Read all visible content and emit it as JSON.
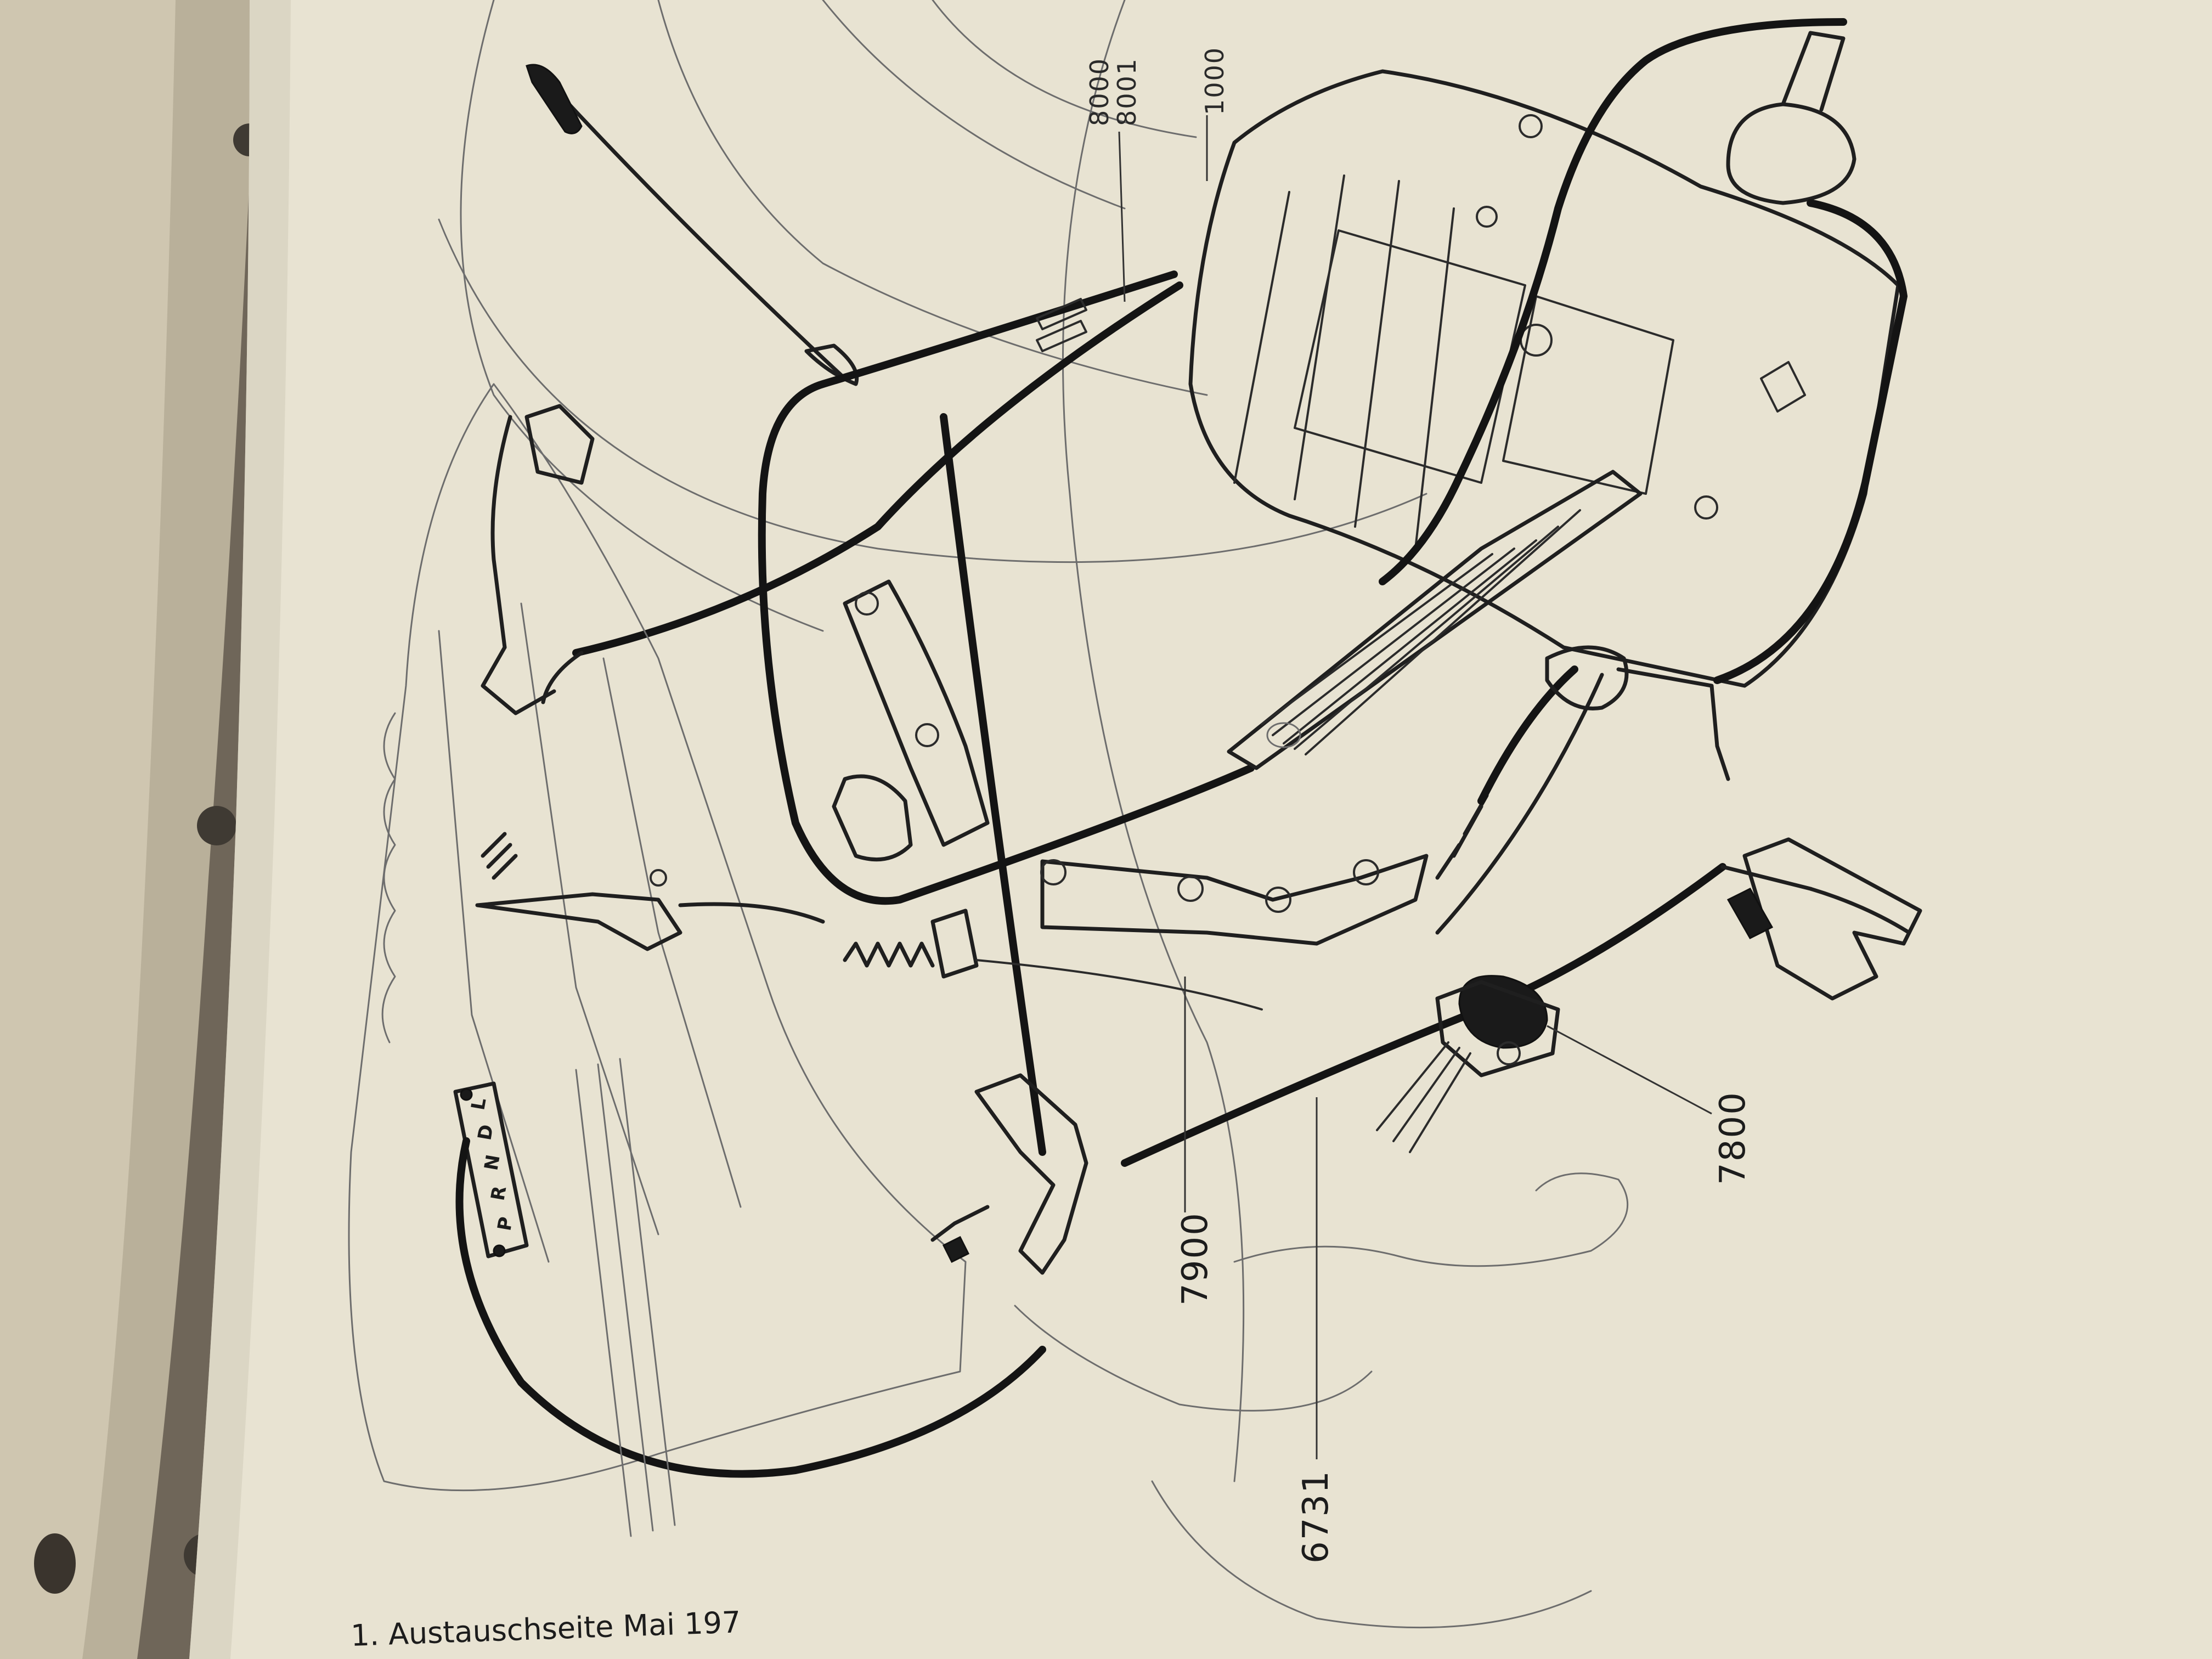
{
  "labels": {
    "ref_8000": "8000",
    "ref_8001": "8001",
    "ref_1000": "1000",
    "ref_7800": "7800",
    "ref_7900": "7900",
    "ref_6731": "6731"
  },
  "selector_letters": [
    "P",
    "R",
    "N",
    "D",
    "L"
  ],
  "caption": "1. Austauschseite Mai 197",
  "colors": {
    "paper": "#e8e3d2",
    "ink": "#1a1a1a",
    "binder_page": "#c9c0aa",
    "background": "#6f6659"
  }
}
